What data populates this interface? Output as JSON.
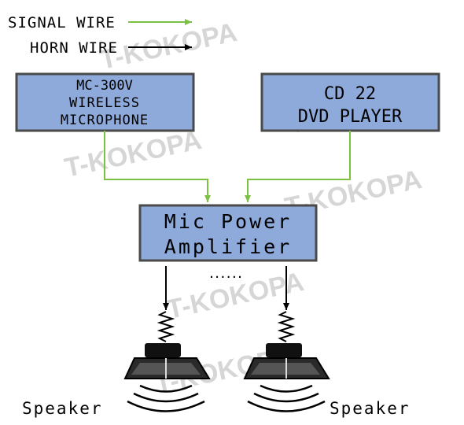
{
  "legend": {
    "signal_label": "SIGNAL WIRE",
    "horn_label": "HORN WIRE"
  },
  "boxes": {
    "mic": [
      "MC-300V",
      "WIRELESS",
      "MICROPHONE"
    ],
    "cd": [
      "CD 22",
      "DVD PLAYER"
    ],
    "amp": [
      "Mic Power",
      "Amplifier"
    ]
  },
  "ellipsis": "......",
  "speakers": {
    "left_label": "Speaker",
    "right_label": "Speaker"
  },
  "watermark": "T-KOKOPA",
  "colors": {
    "box_fill": "#8eaadb",
    "box_stroke": "#4a4a4a",
    "signal_wire": "#7dc142",
    "horn_wire": "#000000"
  }
}
